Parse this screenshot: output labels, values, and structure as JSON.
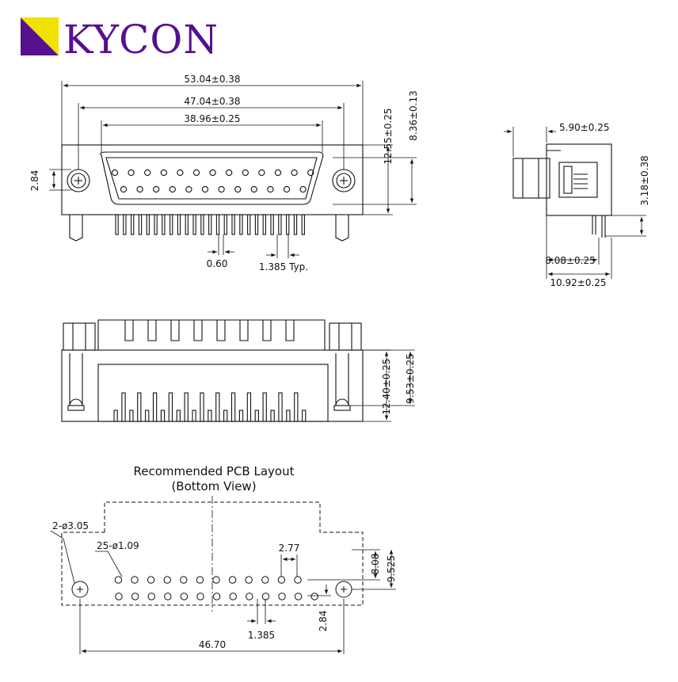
{
  "brand": {
    "name": "KYCON",
    "colors": {
      "logo_purple": "#55108e",
      "logo_yellow": "#f2e200",
      "line": "#111111"
    }
  },
  "front_view": {
    "dim_overall": "53.04±0.38",
    "dim_mount": "47.04±0.38",
    "dim_shell": "38.96±0.25",
    "dim_height_outer": "12.55±0.25",
    "dim_height_inner": "8.36±0.13",
    "dim_row": "2.84",
    "dim_pin": "0.60",
    "dim_pitch": "1.385 Typ.",
    "pins_top_row": 13,
    "pins_bottom_row": 12
  },
  "side_view": {
    "dim_top": "5.90±0.25",
    "dim_right": "3.18±0.38",
    "dim_bottom1": "8.08±0.25",
    "dim_bottom2": "10.92±0.25"
  },
  "bottom_view": {
    "dim_height_outer": "12.40±0.25",
    "dim_height_inner": "9.53±0.25"
  },
  "pcb_layout": {
    "title": "Recommended PCB Layout",
    "subtitle": "(Bottom View)",
    "mount_holes": "2-ø3.05",
    "pin_holes": "25-ø1.09",
    "dim_pitch_x": "2.77",
    "dim_y_inner": "8.08",
    "dim_y_outer": "9.525",
    "dim_stagger": "1.385",
    "dim_row": "2.84",
    "dim_overall": "46.70"
  }
}
